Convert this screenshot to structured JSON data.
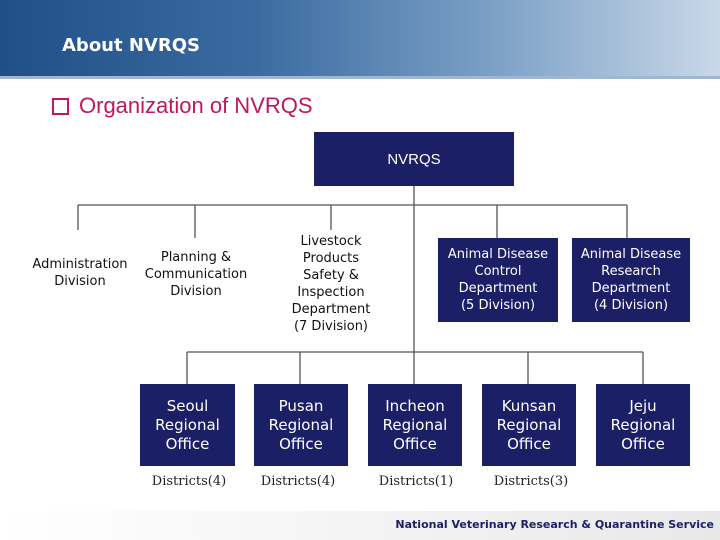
{
  "header": {
    "title": "About NVRQS"
  },
  "heading": {
    "text": "Organization of NVRQS"
  },
  "top": {
    "label": "NVRQS"
  },
  "departments": [
    {
      "label": "Administration\nDivision"
    },
    {
      "label": "Planning &\nCommunication\nDivision"
    },
    {
      "label": "Livestock\nProducts\nSafety &\nInspection\nDepartment\n(7 Division)"
    },
    {
      "label": "Animal Disease\nControl\nDepartment\n(5 Division)"
    },
    {
      "label": "Animal Disease\nResearch\nDepartment\n(4 Division)"
    }
  ],
  "offices": [
    {
      "label": "Seoul\nRegional\nOffice",
      "districts": "Districts(4)"
    },
    {
      "label": "Pusan\nRegional\nOffice",
      "districts": "Districts(4)"
    },
    {
      "label": "Incheon\nRegional\nOffice",
      "districts": "Districts(1)"
    },
    {
      "label": "Kunsan\nRegional\nOffice",
      "districts": "Districts(3)"
    },
    {
      "label": "Jeju\nRegional\nOffice",
      "districts": ""
    }
  ],
  "footer": {
    "text": "National Veterinary Research & Quarantine Service"
  },
  "colors": {
    "box": "#1b1f66",
    "heading": "#c2185b"
  }
}
